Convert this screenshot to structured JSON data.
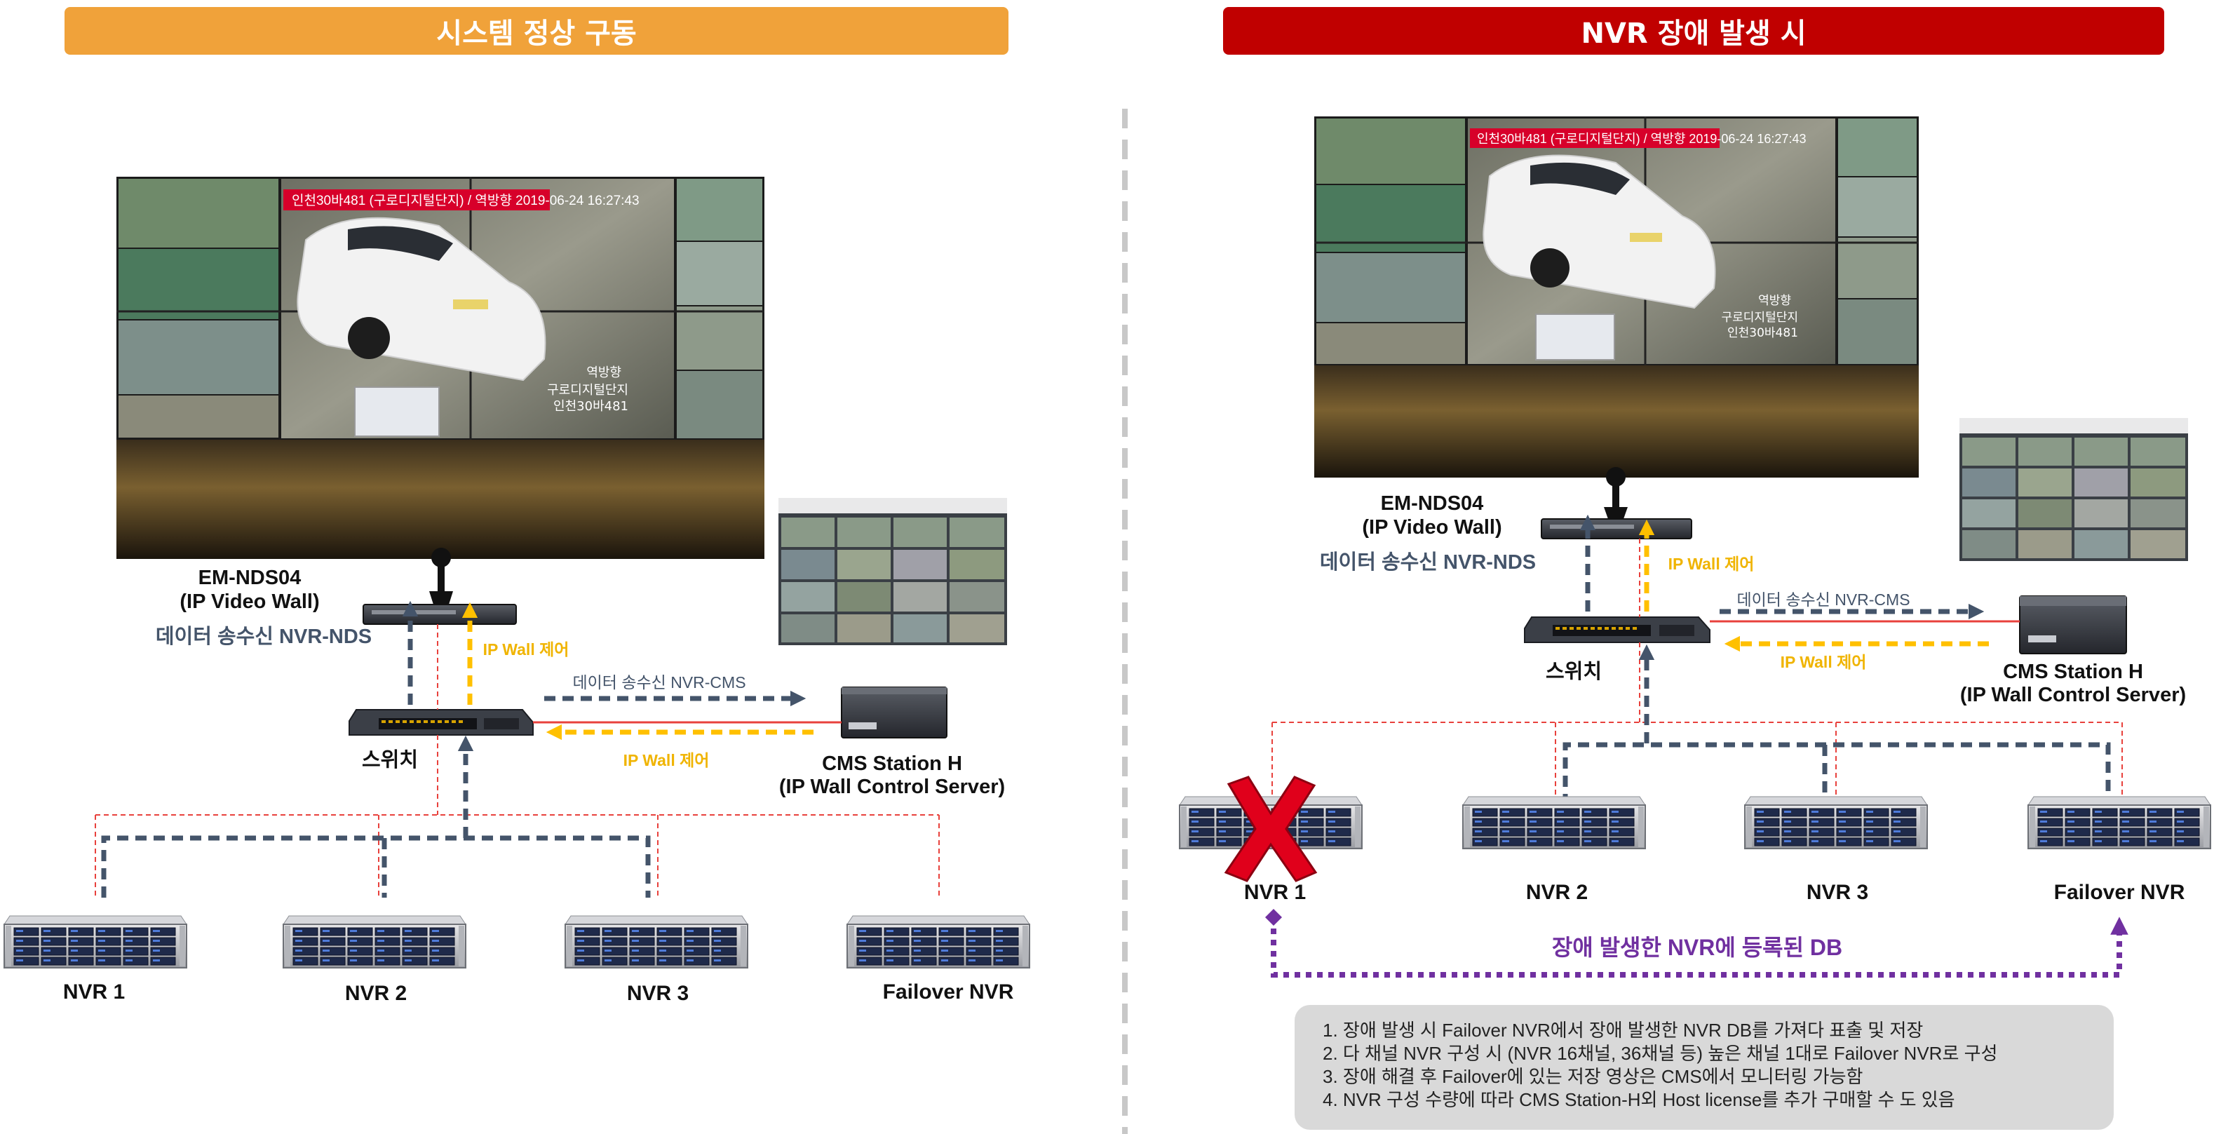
{
  "banners": {
    "left": "시스템 정상 구동",
    "right": "NVR 장애 발생 시",
    "left_color": "#F0A23A",
    "right_color": "#C00000"
  },
  "videowall": {
    "plate_text": "인천30바481  (구로디지털단지) / 역방향 2019-06-24 16:27:43",
    "overlay_lines": [
      "역방향",
      "구로디지털단지",
      "인천30바481"
    ]
  },
  "left": {
    "nds_name": "EM-NDS04",
    "nds_sub": "(IP Video Wall)",
    "nds_data": "데이터 송수신 NVR-NDS",
    "ipwall_up": "IP Wall 제어",
    "switch_label": "스위치",
    "cms_data": "데이터 송수신 NVR-CMS",
    "cms_ipwall": "IP Wall 제어",
    "cms_name": "CMS Station H",
    "cms_sub": "(IP Wall Control Server)",
    "servers": [
      "NVR 1",
      "NVR 2",
      "NVR 3",
      "Failover NVR"
    ]
  },
  "right": {
    "nds_name": "EM-NDS04",
    "nds_sub": "(IP Video Wall)",
    "nds_data": "데이터 송수신 NVR-NDS",
    "ipwall_up": "IP Wall 제어",
    "switch_label": "스위치",
    "cms_data": "데이터 송수신 NVR-CMS",
    "cms_ipwall": "IP Wall 제어",
    "cms_name": "CMS Station H",
    "cms_sub": "(IP Wall Control Server)",
    "servers": [
      "NVR 1",
      "NVR 2",
      "NVR 3",
      "Failover NVR"
    ],
    "db_label": "장애 발생한 NVR에 등록된 DB"
  },
  "notes": [
    "1. 장애 발생 시 Failover NVR에서 장애 발생한 NVR DB를 가져다 표출 및 저장",
    "2. 다 채널 NVR 구성 시 (NVR 16채널, 36채널 등) 높은 채널 1대로  Failover NVR로 구성",
    "3. 장애 해결 후 Failover에 있는 저장 영상은 CMS에서 모니터링 가능함",
    "4. NVR 구성 수량에 따라 CMS Station-H외 Host license를 추가 구매할 수 도 있음"
  ],
  "colors": {
    "navy": "#44546A",
    "gold": "#FFC000",
    "red_line": "#E8413C",
    "purple": "#7030A0",
    "fail_x": "#E0001B"
  }
}
